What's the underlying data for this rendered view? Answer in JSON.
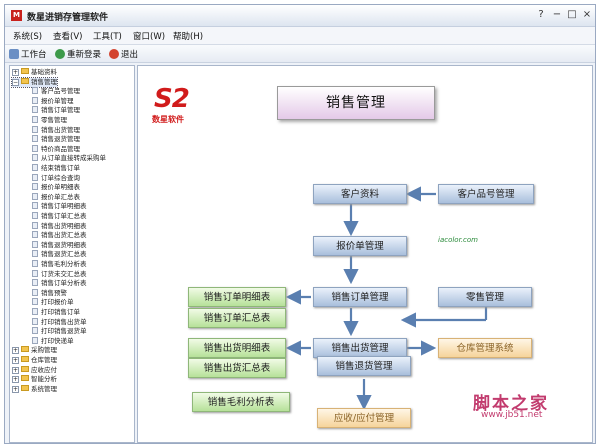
{
  "window": {
    "icon_text": "M",
    "title": "数星进销存管理软件",
    "controls": [
      "?",
      "−",
      "□",
      "×"
    ]
  },
  "menu": [
    "系统(S)",
    "查看(V)",
    "工具(T)",
    "窗口(W)",
    "帮助(H)"
  ],
  "toolbar": {
    "workbench": "工作台",
    "relogin": "重新登录",
    "exit": "退出"
  },
  "tree": {
    "root_basic": "基础资料",
    "root_sales": "销售管理",
    "sales_children": [
      "客户品号管理",
      "报价单管理",
      "销售订单管理",
      "零售管理",
      "销售出货管理",
      "销售退货管理",
      "特价商品管理",
      "从订单直接转成采购单",
      "结束销售订单",
      "订单综合查询",
      "报价单明细表",
      "报价单汇总表",
      "销售订单明细表",
      "销售订单汇总表",
      "销售出货明细表",
      "销售出货汇总表",
      "销售退货明细表",
      "销售退货汇总表",
      "销售毛利分析表",
      "订货未交汇总表",
      "销售订单分析表",
      "销售预警",
      "打印报价单",
      "打印销售订单",
      "打印销售出货单",
      "打印销售退货单",
      "打印快递单"
    ],
    "root_others": [
      "采购管理",
      "仓库管理",
      "应收应付",
      "智能分析",
      "系统管理"
    ]
  },
  "logo": {
    "mark": "S2",
    "name": "数星软件"
  },
  "diagram": {
    "title": "销售管理",
    "nodes": {
      "customer_info": "客户资料",
      "customer_item": "客户品号管理",
      "quote": "报价单管理",
      "sales_order": "销售订单管理",
      "retail": "零售管理",
      "order_detail": "销售订单明细表",
      "order_summary": "销售订单汇总表",
      "ship": "销售出货管理",
      "ship_detail": "销售出货明细表",
      "ship_summary": "销售出货汇总表",
      "return": "销售退货管理",
      "warehouse": "仓库管理系统",
      "profit": "销售毛利分析表",
      "ar_ap": "应收/应付管理"
    }
  },
  "watermarks": {
    "small": "iacolor.com",
    "cn": "脚本之家",
    "url": "www.jb51.net"
  },
  "colors": {
    "blue_node": "#a9bfdc",
    "green_node": "#b6e199",
    "orange_node": "#f6d49b",
    "arrow": "#5a7fb0",
    "logo_red": "#d11b1b"
  }
}
